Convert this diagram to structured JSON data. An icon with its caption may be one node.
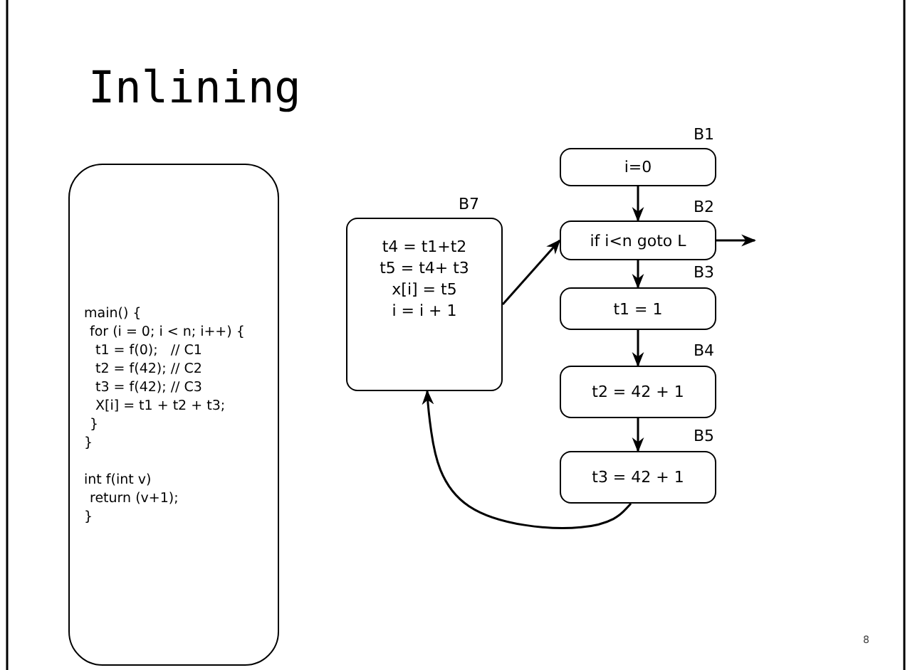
{
  "diagram": {
    "title": "Inlining",
    "nodes": [
      {
        "text": [
          "main() {",
          "for (i = 0; i < n; i++) {",
          "t1 = f(0);   // C1",
          "t2 = f(42); // C2",
          "t3 = f(42); // C3",
          "X[i] = t1 + t2 + t3;",
          "}",
          "}",
          "int f(int v)",
          "return (v+1);",
          "}"
        ]
      },
      {
        "text": [
          "t4 = t1+t2",
          "t5 = t4+ t3",
          "x[i] = t5",
          "i = i + 1"
        ],
        "beside": [
          "B7"
        ]
      },
      {
        "text": [
          "i=0"
        ],
        "beside": [
          "B1"
        ]
      },
      {
        "text": [
          "if i<n goto L"
        ],
        "beside": [
          "B2"
        ]
      },
      {
        "text": [
          "t1 = 1"
        ],
        "beside": [
          "B3"
        ]
      },
      {
        "text": [
          "t2 = 42 + 1"
        ],
        "beside": [
          "B4"
        ]
      },
      {
        "text": [
          "t3 = 42 + 1"
        ],
        "beside": [
          "B5"
        ]
      }
    ],
    "edges": [
      {
        "from": 2,
        "to": 3,
        "arrow": "to"
      },
      {
        "from": 3,
        "to": 4,
        "arrow": "to"
      },
      {
        "from": 4,
        "to": 5,
        "arrow": "to"
      },
      {
        "from": 5,
        "to": 6,
        "arrow": "to"
      },
      {
        "from": 6,
        "to": 1,
        "arrow": "to"
      },
      {
        "from": 1,
        "to": 3,
        "arrow": "to"
      },
      {
        "from": 3,
        "to": null,
        "arrow": "to"
      }
    ],
    "labels": [
      "8"
    ]
  }
}
